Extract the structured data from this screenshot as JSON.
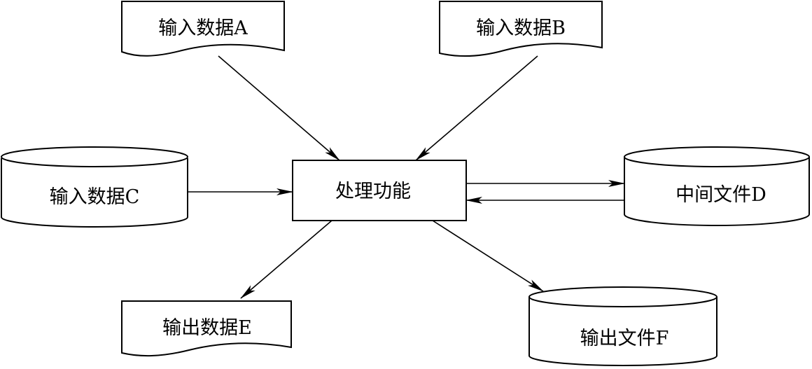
{
  "nodes": {
    "input_a": "输入数据A",
    "input_b": "输入数据B",
    "input_c": "输入数据C",
    "process": "处理功能",
    "middle_d": "中间文件D",
    "output_e": "输出数据E",
    "output_f": "输出文件F"
  }
}
